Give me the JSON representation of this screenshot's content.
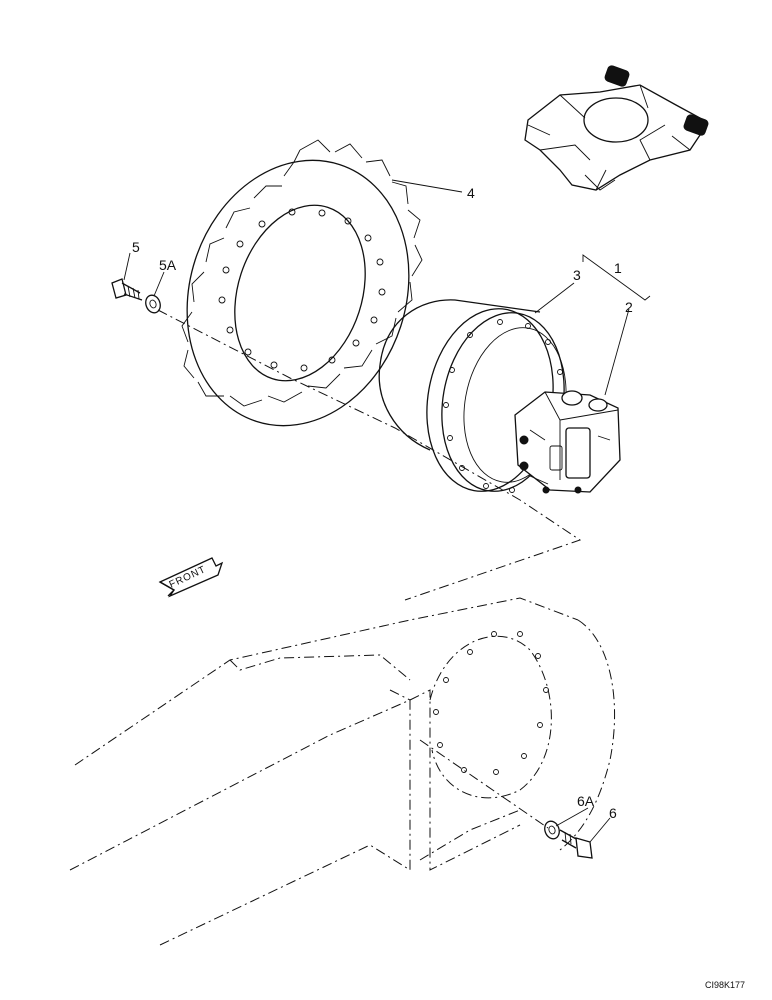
{
  "callouts": {
    "c1": "1",
    "c2": "2",
    "c3": "3",
    "c4": "4",
    "c5": "5",
    "c5a": "5A",
    "c6": "6",
    "c6a": "6A"
  },
  "direction_label": "FRONT",
  "figure_ref": "CI98K177"
}
